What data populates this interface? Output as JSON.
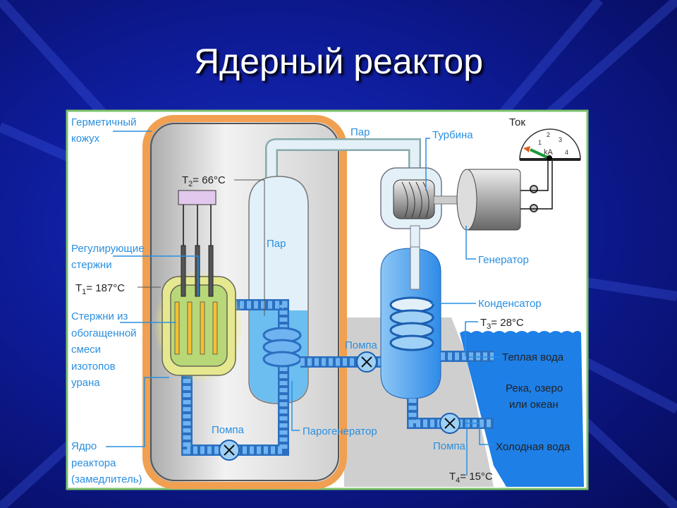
{
  "slide": {
    "title": "Ядерный реактор"
  },
  "labels": {
    "containment": [
      "Герметичный",
      "кожух"
    ],
    "control_rods": [
      "Регулирующие",
      "стержни"
    ],
    "fuel_rods": [
      "Стержни из",
      "обогащенной",
      "смеси",
      "изотопов",
      "урана"
    ],
    "core": [
      "Ядро",
      "реактора",
      "(замедлитель)"
    ],
    "steam_inner": "Пар",
    "steam_outer": "Пар",
    "turbine": "Турбина",
    "current": "Ток",
    "generator": "Генератор",
    "condenser": "Конденсатор",
    "warm_water": "Теплая вода",
    "reservoir": [
      "Река, озеро",
      "или океан"
    ],
    "cold_water": "Холодная вода",
    "pump_secondary": "Помпа",
    "pump_primary": "Помпа",
    "pump_cooling": "Помпа",
    "steam_generator": "Парогенератор"
  },
  "temperatures": {
    "t1": {
      "var": "T",
      "sub": "1",
      "value": "= 187°C"
    },
    "t2": {
      "var": "T",
      "sub": "2",
      "value": "= 66°C"
    },
    "t3": {
      "var": "T",
      "sub": "3",
      "value": "= 28°C"
    },
    "t4": {
      "var": "T",
      "sub": "4",
      "value": "= 15°C"
    }
  },
  "meter": {
    "unit": "kA",
    "ticks": [
      "1",
      "2",
      "3",
      "4"
    ]
  },
  "colors": {
    "label": "#2a8fe0",
    "containment": "#f0a050",
    "water": "#2f8be8",
    "frame": "#7cc36a"
  }
}
